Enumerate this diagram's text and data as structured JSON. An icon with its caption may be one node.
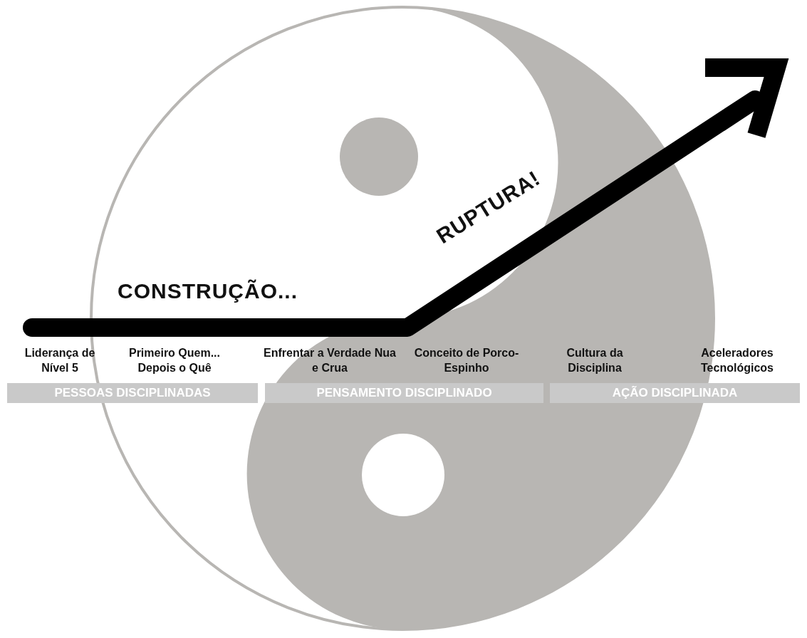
{
  "diagram": {
    "nodes": [
      {
        "text": [
          "PESSOAS DISCIPLINADAS"
        ]
      },
      {
        "text": [
          "PENSAMENTO DISCIPLINADO"
        ]
      },
      {
        "text": [
          "AÇÃO DISCIPLINADA"
        ]
      }
    ],
    "labels": [
      "CONSTRUÇÃO...",
      "RUPTURA!",
      "Liderança de Nível 5",
      "Primeiro Quem... Depois o Quê",
      "Enfrentar a Verdade Nua e Crua",
      "Conceito de Porco-Espinho",
      "Cultura da Disciplina",
      "Aceleradores Tecnológicos"
    ]
  }
}
